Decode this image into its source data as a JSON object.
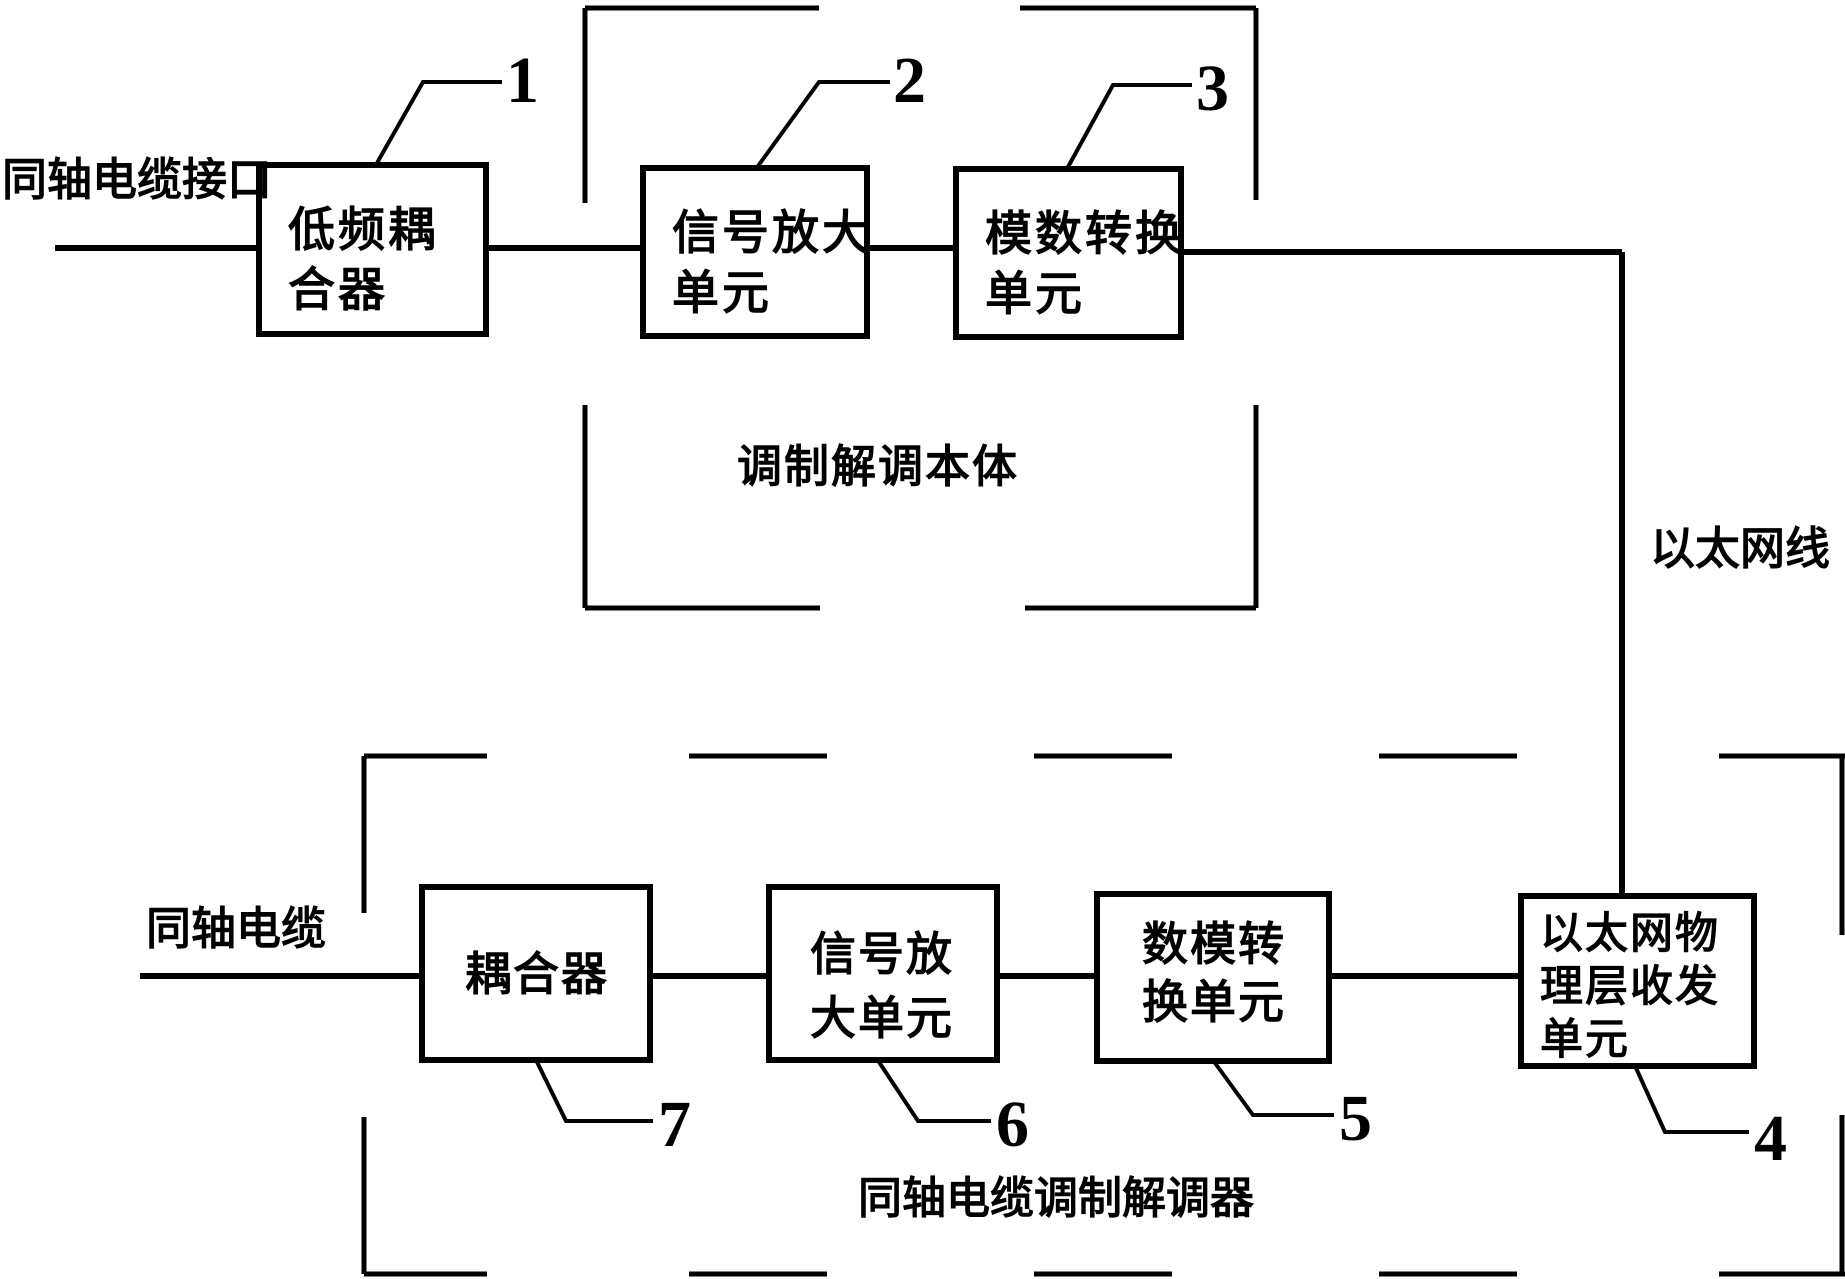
{
  "figure": {
    "bg_color": "#ffffff",
    "ink_color": "#000000",
    "labels": {
      "coax_interface": "同轴电缆接口",
      "modem_body": "调制解调本体",
      "ethernet_cable": "以太网线",
      "coax_cable": "同轴电缆",
      "coax_modem": "同轴电缆调制解调器"
    },
    "upper_boxes": [
      {
        "ref": "1",
        "lines": [
          "低频耦",
          "合器"
        ]
      },
      {
        "ref": "2",
        "lines": [
          "信号放大",
          "单元"
        ]
      },
      {
        "ref": "3",
        "lines": [
          "模数转换",
          "单元"
        ]
      }
    ],
    "lower_boxes": [
      {
        "ref": "7",
        "lines": [
          "耦合器"
        ]
      },
      {
        "ref": "6",
        "lines": [
          "信号放",
          "大单元"
        ]
      },
      {
        "ref": "5",
        "lines": [
          "数模转",
          "换单元"
        ]
      },
      {
        "ref": "4",
        "lines": [
          "以太网物",
          "理层收发",
          "单元"
        ]
      }
    ]
  }
}
